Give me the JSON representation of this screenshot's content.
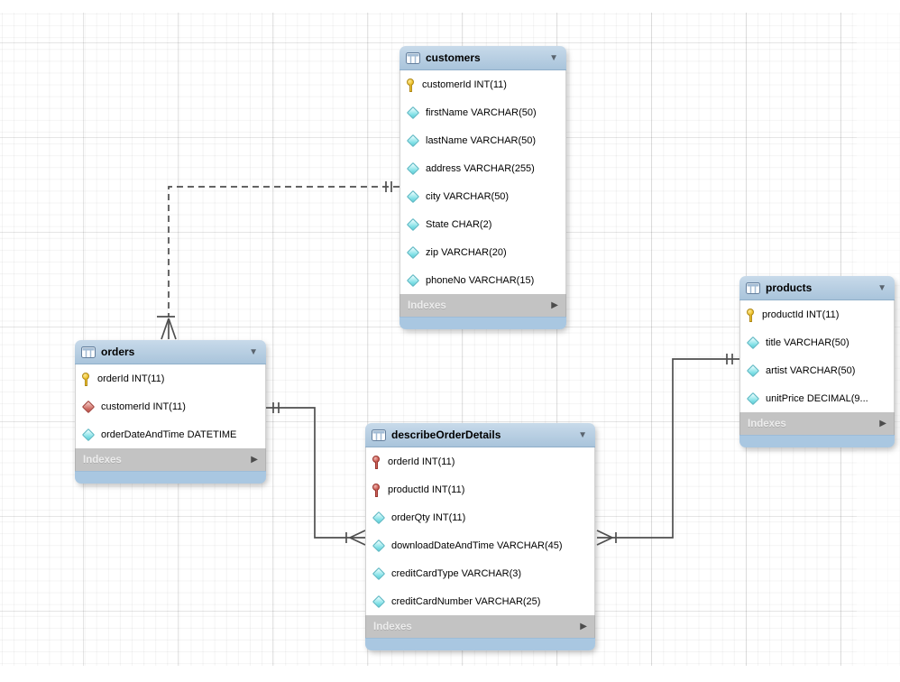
{
  "diagram": {
    "kind": "eer-diagram",
    "section_label": "Indexes",
    "tables": [
      {
        "id": "customers",
        "title": "customers",
        "columns": [
          {
            "icon": "primary-key-icon",
            "label": "customerId INT(11)"
          },
          {
            "icon": "column-icon",
            "label": "firstName VARCHAR(50)"
          },
          {
            "icon": "column-icon",
            "label": "lastName VARCHAR(50)"
          },
          {
            "icon": "column-icon",
            "label": "address VARCHAR(255)"
          },
          {
            "icon": "column-icon",
            "label": "city VARCHAR(50)"
          },
          {
            "icon": "column-icon",
            "label": "State CHAR(2)"
          },
          {
            "icon": "column-icon",
            "label": "zip VARCHAR(20)"
          },
          {
            "icon": "column-icon",
            "label": "phoneNo VARCHAR(15)"
          }
        ],
        "section_label": "Indexes"
      },
      {
        "id": "orders",
        "title": "orders",
        "columns": [
          {
            "icon": "primary-key-icon",
            "label": "orderId INT(11)"
          },
          {
            "icon": "foreign-key-icon",
            "label": "customerId INT(11)"
          },
          {
            "icon": "column-icon",
            "label": "orderDateAndTime DATETIME"
          }
        ],
        "section_label": "Indexes"
      },
      {
        "id": "describeOrderDetails",
        "title": "describeOrderDetails",
        "columns": [
          {
            "icon": "primary-foreign-key-icon",
            "label": "orderId INT(11)"
          },
          {
            "icon": "primary-foreign-key-icon",
            "label": "productId INT(11)"
          },
          {
            "icon": "column-icon",
            "label": "orderQty INT(11)"
          },
          {
            "icon": "column-icon",
            "label": "downloadDateAndTime VARCHAR(45)"
          },
          {
            "icon": "column-icon",
            "label": "creditCardType VARCHAR(3)"
          },
          {
            "icon": "column-icon",
            "label": "creditCardNumber VARCHAR(25)"
          }
        ],
        "section_label": "Indexes"
      },
      {
        "id": "products",
        "title": "products",
        "columns": [
          {
            "icon": "primary-key-icon",
            "label": "productId INT(11)"
          },
          {
            "icon": "column-icon",
            "label": "title VARCHAR(50)"
          },
          {
            "icon": "column-icon",
            "label": "artist VARCHAR(50)"
          },
          {
            "icon": "column-icon",
            "label": "unitPrice DECIMAL(9..."
          }
        ],
        "section_label": "Indexes"
      }
    ],
    "relationships": [
      {
        "from": "customers",
        "to": "orders",
        "style": "dashed",
        "from_cardinality": "one",
        "to_cardinality": "many"
      },
      {
        "from": "orders",
        "to": "describeOrderDetails",
        "style": "solid",
        "from_cardinality": "one",
        "to_cardinality": "many"
      },
      {
        "from": "products",
        "to": "describeOrderDetails",
        "style": "solid",
        "from_cardinality": "one",
        "to_cardinality": "many"
      }
    ]
  },
  "colors": {
    "header_blue": "#b1c9de",
    "footer_blue": "#a9c7e1",
    "indexes_gray": "#c3c3c3",
    "indexes_text": "#ececec",
    "relationship_line": "#4f4f4f",
    "primary_key_gold": "#efc42f",
    "foreign_key_red": "#cd6a62",
    "column_cyan": "#7fe0e6"
  }
}
